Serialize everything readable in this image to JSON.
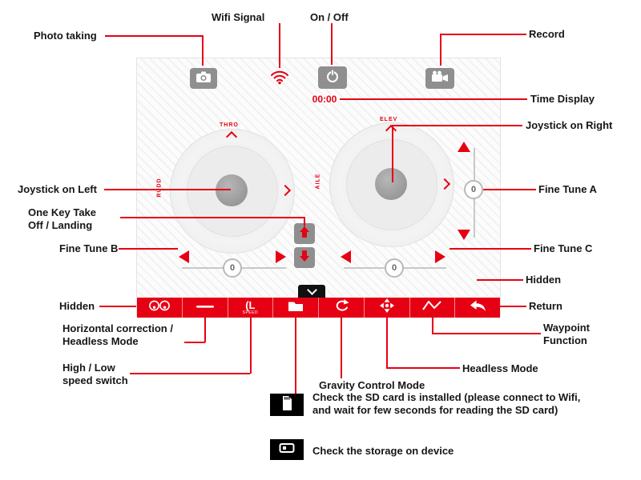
{
  "colors": {
    "accent_red": "#e60014",
    "bar_red": "#e60014",
    "button_gray": "#8f8f8f",
    "knob_gray": "#9a9a9a",
    "fine_tune_line_gray": "#c8c8c8"
  },
  "annotations": {
    "photo_taking": "Photo taking",
    "wifi_signal": "Wifi Signal",
    "on_off": "On / Off",
    "record": "Record",
    "time_display": "Time Display",
    "joystick_right": "Joystick on Right",
    "fine_tune_a": "Fine Tune A",
    "fine_tune_c": "Fine Tune C",
    "hidden_right": "Hidden",
    "return_label": "Return",
    "waypoint_function": "Waypoint Function",
    "headless_mode": "Headless Mode",
    "joystick_left": "Joystick on Left",
    "one_key": "One Key Take Off / Landing",
    "fine_tune_b": "Fine Tune B",
    "hidden_left": "Hidden",
    "horizontal_correction": "Horizontal correction / Headless Mode",
    "speed_switch": "High / Low speed switch",
    "gravity_mode": "Gravity Control Mode",
    "sd_card_note": "Check the SD card is installed (please connect to Wifi, and wait for few seconds for reading the SD card)",
    "storage_note": "Check the storage on device"
  },
  "screen": {
    "time": "00:00",
    "left_stick": {
      "vertical_axis": "THRO",
      "horizontal_axis": "RUDD"
    },
    "right_stick": {
      "vertical_axis": "ELEV",
      "horizontal_axis": "AILE"
    },
    "fine_tune": {
      "a": "0",
      "b": "0",
      "c": "0"
    },
    "speed_switch": {
      "main": "(L",
      "sub": "SPEED"
    }
  },
  "icons": [
    "camera-icon",
    "wifi-icon",
    "power-icon",
    "record-icon",
    "up-arrow-icon",
    "down-arrow-icon",
    "chevron-down-icon",
    "calibration-icon",
    "trim-bar-icon",
    "speed-switch-icon",
    "folder-icon",
    "flip-icon",
    "gravity-icon",
    "waypoint-icon",
    "return-icon",
    "sd-card-icon",
    "storage-icon"
  ]
}
